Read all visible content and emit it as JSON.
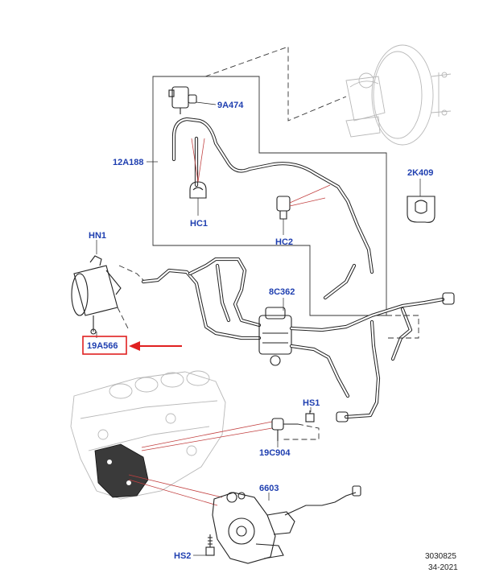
{
  "labels": {
    "9a474": "9A474",
    "12a188": "12A188",
    "hc1": "HC1",
    "hc2": "HC2",
    "2k409": "2K409",
    "hn1": "HN1",
    "8c362": "8C362",
    "19a566": "19A566",
    "hs1": "HS1",
    "19c904": "19C904",
    "6603": "6603",
    "hs2": "HS2"
  },
  "footer": {
    "illustration_number": "3030825",
    "revision": "34-2021"
  },
  "colors": {
    "label_blue": "#1f3fb0",
    "highlight_red": "#e02020",
    "leader_red": "#c24040"
  },
  "highlighted_label": "19A566"
}
